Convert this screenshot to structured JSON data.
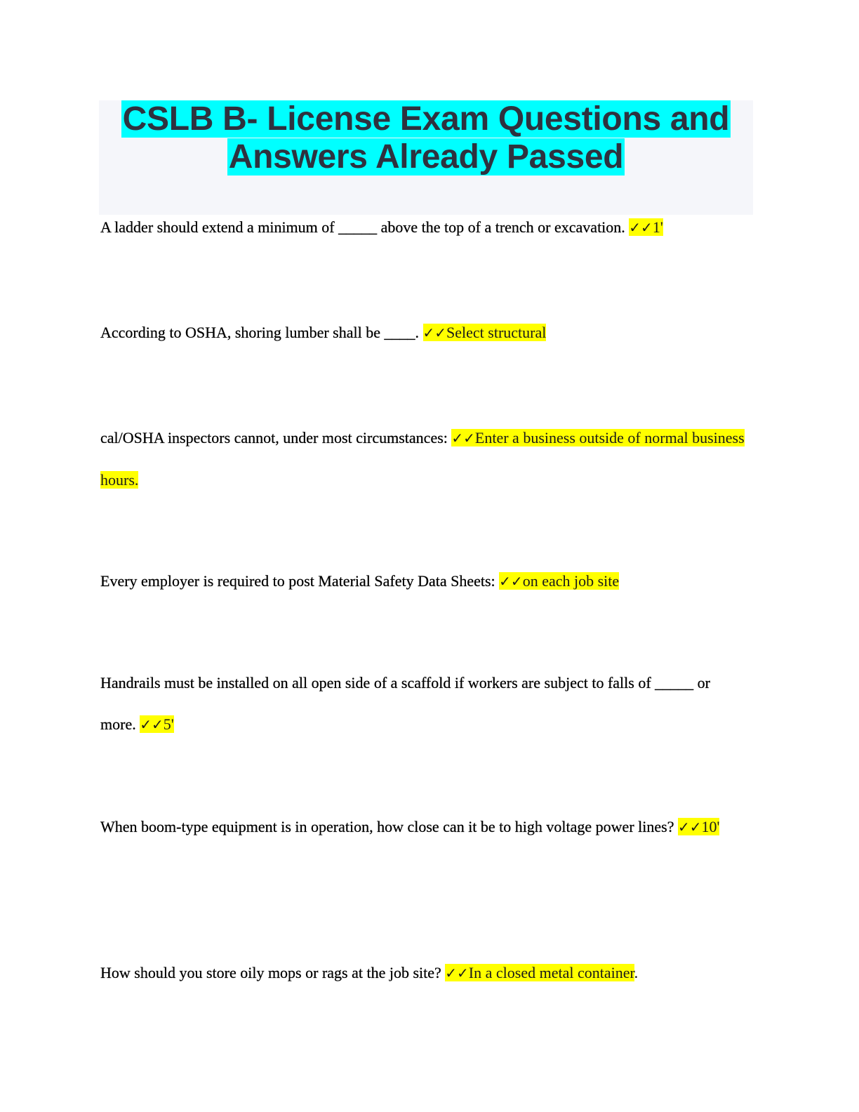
{
  "document": {
    "title_line1": "CSLB B- License Exam Questions and",
    "title_line2": "Answers Already Passed",
    "colors": {
      "title_highlight": "#00ffff",
      "answer_highlight": "#ffff00",
      "header_background": "#f5f6fa",
      "title_text": "#2e323f"
    },
    "check_mark": "✓✓",
    "items": [
      {
        "question": "A ladder should extend a minimum of _____ above the top of a trench or excavation. ",
        "answer": "1'",
        "after": ""
      },
      {
        "question": "According to OSHA, shoring lumber shall be ____. ",
        "answer": "Select structural",
        "after": ""
      },
      {
        "question": "cal/OSHA inspectors cannot, under most circumstances: ",
        "answer": "Enter a business outside of normal business hours.",
        "after": ""
      },
      {
        "question": "Every employer is required to post Material Safety Data Sheets: ",
        "answer": "on each job site",
        "after": ""
      },
      {
        "question": "Handrails must be installed on all open side of a scaffold if workers are subject to falls of _____ or more. ",
        "answer": "5'",
        "after": ""
      },
      {
        "question": "When boom-type equipment is in operation, how close can it be to high voltage power lines? ",
        "answer": "10'",
        "after": ""
      },
      {
        "question": "How should you store oily mops or rags at the job site? ",
        "answer": "In a closed metal container",
        "after": "."
      }
    ]
  }
}
